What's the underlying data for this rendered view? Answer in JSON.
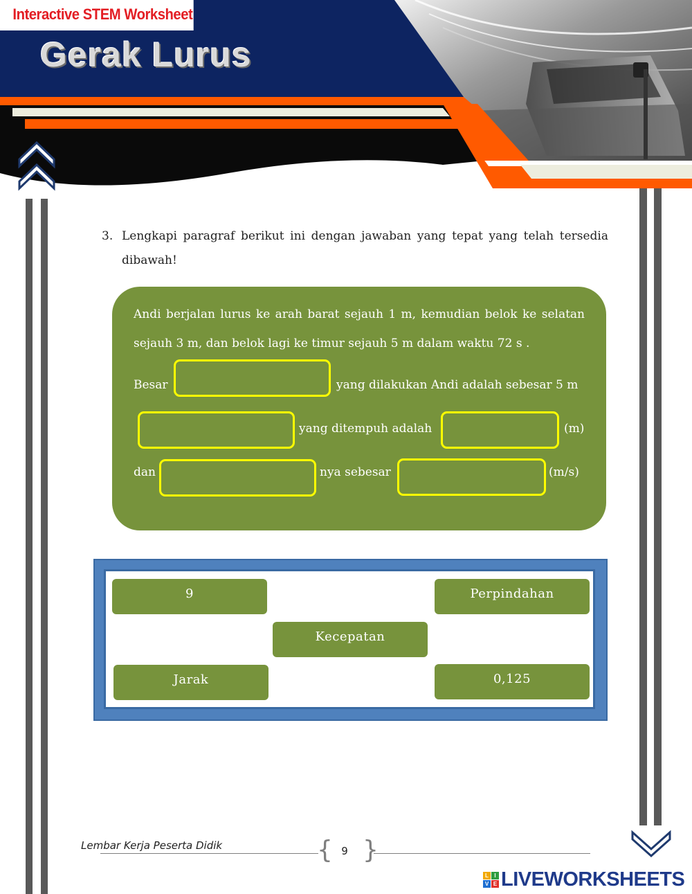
{
  "header": {
    "badge": "Interactive STEM Worksheet",
    "title": "Gerak Lurus"
  },
  "question": {
    "number": "3.",
    "text": "Lengkapi paragraf berikut ini dengan jawaban yang tepat yang telah tersedia dibawah!"
  },
  "paragraph": {
    "line1": "Andi berjalan lurus ke arah barat sejauh 1 m, kemudian belok ke selatan",
    "line2": "sejauh 3 m, dan belok lagi ke timur sejauh 5 m dalam waktu 72 s .",
    "besar": "Besar",
    "after_blank1": "yang dilakukan Andi adalah sebesar 5 m",
    "ditempuh": "yang ditempuh adalah",
    "unit_m": "(m)",
    "dan": "dan",
    "nya_sebesar": "nya sebesar",
    "unit_ms": "(m/s)"
  },
  "word_bank": {
    "options": [
      "9",
      "Perpindahan",
      "Kecepatan",
      "Jarak",
      "0,125"
    ]
  },
  "footer": {
    "label": "Lembar Kerja Peserta Didik",
    "page": "9"
  },
  "branding": {
    "logo_text": "LIVEWORKSHEETS",
    "logo_letters": [
      "L",
      "I",
      "V",
      "E"
    ]
  },
  "colors": {
    "navy": "#0d2461",
    "orange": "#ff5a00",
    "green_panel": "#77933c",
    "drop_border": "#ffff00",
    "bank_blue": "#4f81bd",
    "badge_red": "#e31e24"
  }
}
